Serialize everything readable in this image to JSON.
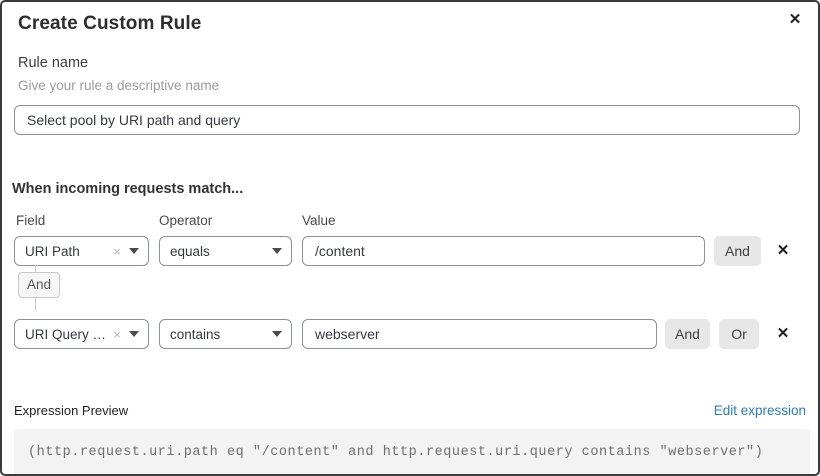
{
  "dialog": {
    "title": "Create Custom Rule"
  },
  "icons": {
    "close": "✕",
    "remove": "✕",
    "clear": "×"
  },
  "rule_name": {
    "label": "Rule name",
    "helper": "Give your rule a descriptive name",
    "value": "Select pool by URI path and query"
  },
  "match": {
    "heading": "When incoming requests match...",
    "columns": {
      "field": "Field",
      "operator": "Operator",
      "value": "Value"
    },
    "and_label": "And",
    "or_label": "Or",
    "connector_label": "And",
    "rows": [
      {
        "field": "URI Path",
        "operator": "equals",
        "value": "/content"
      },
      {
        "field": "URI Query St...",
        "operator": "contains",
        "value": "webserver"
      }
    ]
  },
  "expression": {
    "label": "Expression Preview",
    "edit_link": "Edit expression",
    "code": "(http.request.uri.path eq \"/content\" and http.request.uri.query contains \"webserver\")"
  },
  "colors": {
    "link": "#2d7cb5",
    "button_gray": "#e7e7e7",
    "code_bg": "#f3f3f3",
    "border_gray": "#8b9197"
  }
}
